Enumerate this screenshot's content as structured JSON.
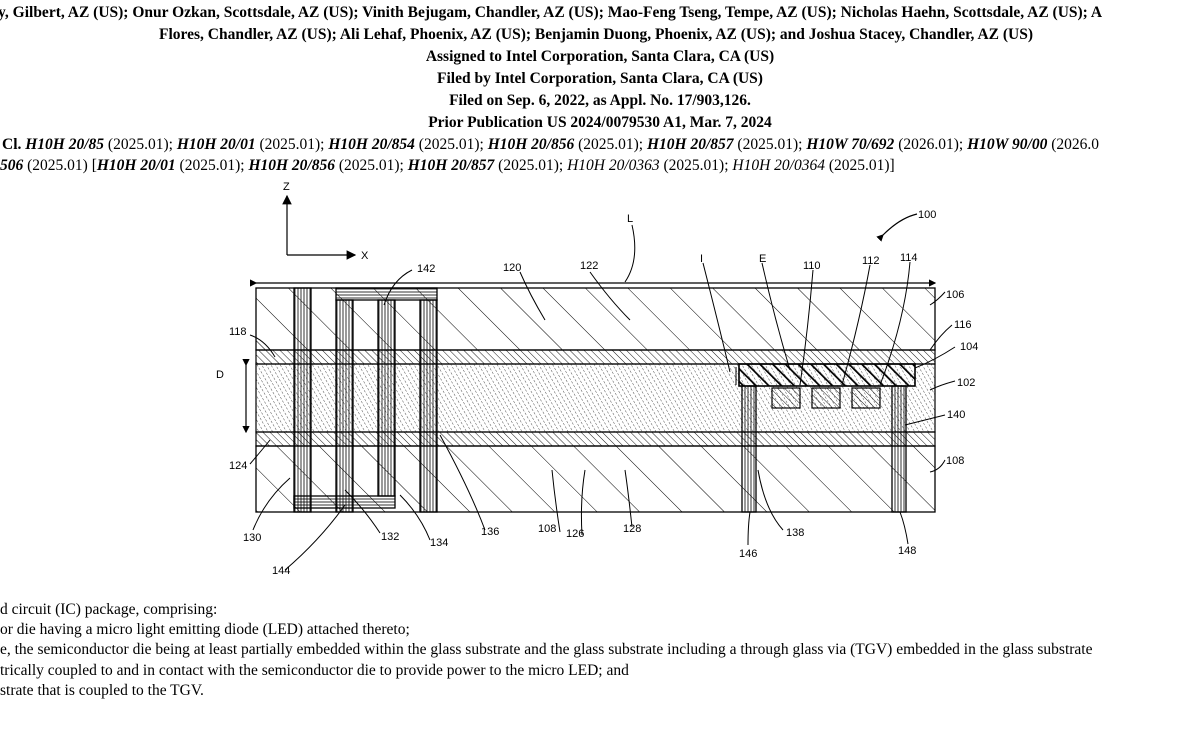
{
  "header": {
    "inventors_line1": "y, Gilbert, AZ (US); Onur Ozkan, Scottsdale, AZ (US); Vinith Bejugam, Chandler, AZ (US); Mao-Feng Tseng, Tempe, AZ (US); Nicholas Haehn, Scottsdale, AZ (US); A",
    "inventors_line2": "Flores, Chandler, AZ (US); Ali Lehaf, Phoenix, AZ (US); Benjamin Duong, Phoenix, AZ (US); and Joshua Stacey, Chandler, AZ (US)",
    "assigned": "Assigned to Intel Corporation, Santa Clara, CA (US)",
    "filed_by": "Filed by Intel Corporation, Santa Clara, CA (US)",
    "filed_on": "Filed on Sep. 6, 2022, as Appl. No. 17/903,126.",
    "prior_pub": "Prior Publication US 2024/0079530 A1, Mar. 7, 2024"
  },
  "classification": {
    "line1_prefix": "Cl.",
    "line1": [
      {
        "code": "H10H 20/85",
        "year": "(2025.01);"
      },
      {
        "code": "H10H 20/01",
        "year": "(2025.01);"
      },
      {
        "code": "H10H 20/854",
        "year": "(2025.01);"
      },
      {
        "code": "H10H 20/856",
        "year": "(2025.01);"
      },
      {
        "code": "H10H 20/857",
        "year": "(2025.01);"
      },
      {
        "code": "H10W 70/692",
        "year": "(2026.01);"
      },
      {
        "code": "H10W 90/00",
        "year": "(2026.0"
      }
    ],
    "line2_lead_code": "506",
    "line2_lead_year": "(2025.01) [",
    "line2": [
      {
        "code": "H10H 20/01",
        "year": "(2025.01);",
        "bold": true
      },
      {
        "code": "H10H 20/856",
        "year": "(2025.01);",
        "bold": true
      },
      {
        "code": "H10H 20/857",
        "year": "(2025.01);",
        "bold": true
      },
      {
        "code": "H10H 20/0363",
        "year": "(2025.01);",
        "bold": false
      },
      {
        "code": "H10H 20/0364",
        "year": "(2025.01)]",
        "bold": false
      }
    ]
  },
  "figure": {
    "axis_z": "Z",
    "axis_x": "X",
    "ref_100": "100",
    "labels": {
      "L": "L",
      "I": "I",
      "E": "E",
      "D": "D",
      "n142": "142",
      "n120": "120",
      "n122": "122",
      "n110": "110",
      "n112": "112",
      "n114": "114",
      "n106": "106",
      "n116": "116",
      "n104": "104",
      "n102": "102",
      "n140": "140",
      "n108r": "108",
      "n118": "118",
      "n124": "124",
      "n130": "130",
      "n132": "132",
      "n134": "134",
      "n136": "136",
      "n108b": "108",
      "n126": "126",
      "n128": "128",
      "n138": "138",
      "n146": "146",
      "n148": "148",
      "n144": "144"
    }
  },
  "claims": {
    "line1": "d circuit (IC) package, comprising:",
    "line2": "or die having a micro light emitting diode (LED) attached thereto;",
    "line3": "e, the semiconductor die being at least partially embedded within the glass substrate and the glass substrate including a through glass via (TGV) embedded in the glass substrate",
    "line4": "trically coupled to and in contact with the semiconductor die to provide power to the micro LED; and",
    "line5": "strate that is coupled to the TGV."
  }
}
